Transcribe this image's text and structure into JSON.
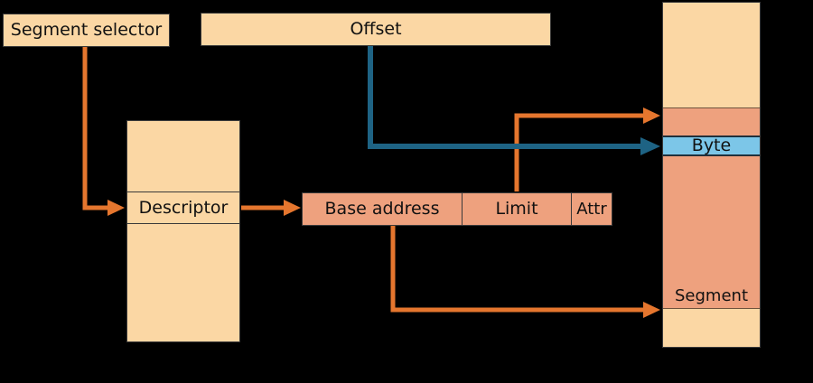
{
  "labels": {
    "segment_selector": "Segment selector",
    "offset": "Offset",
    "descriptor": "Descriptor",
    "byte": "Byte",
    "segment": "Segment"
  },
  "descriptor_fields": [
    {
      "label": "Base address"
    },
    {
      "label": "Limit"
    },
    {
      "label": "Attr"
    }
  ],
  "colors": {
    "background": "#000000",
    "peach": "#fbd7a4",
    "salmon": "#eea17e",
    "byte-fill": "#7cc6e8",
    "byte-border": "#20303c",
    "arrow-orange": "#e5762e",
    "arrow-blue": "#1e6384",
    "border": "#3a3a3a",
    "mem-divider": "#6e523c",
    "text": "#111111"
  }
}
